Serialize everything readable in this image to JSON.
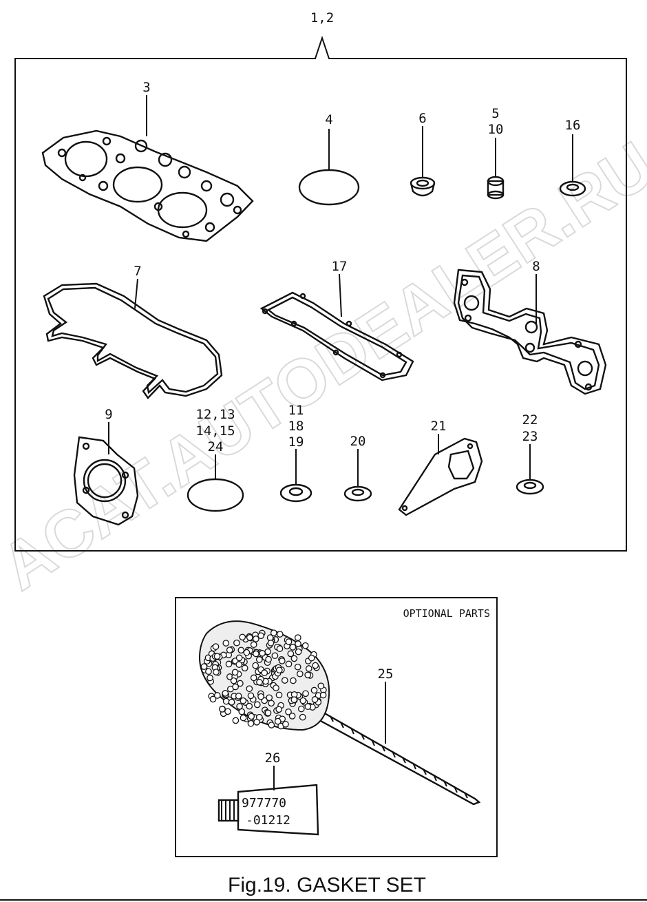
{
  "group_label": "1,2",
  "parts": {
    "p3": "3",
    "p4": "4",
    "p6": "6",
    "p5_10": [
      "5",
      "10"
    ],
    "p16": "16",
    "p7": "7",
    "p17": "17",
    "p8": "8",
    "p9": "9",
    "p12_24": [
      "12,13",
      "14,15",
      "24"
    ],
    "p11_19": [
      "11",
      "18",
      "19"
    ],
    "p20": "20",
    "p21": "21",
    "p22_23": [
      "22",
      "23"
    ],
    "p25": "25",
    "p26": "26"
  },
  "optional_panel": {
    "title": "OPTIONAL PARTS"
  },
  "tube_text": [
    "977770",
    "-01212"
  ],
  "caption": "Fig.19.  GASKET SET",
  "watermark": "ACAT.AUTODEALER.RU"
}
